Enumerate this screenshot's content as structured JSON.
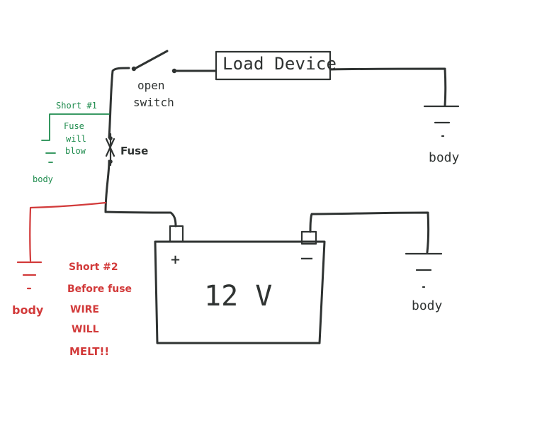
{
  "diagram": {
    "labels": {
      "load_device": "Load Device",
      "open": "open",
      "switch": "switch",
      "fuse": "Fuse",
      "battery_voltage": "12 V",
      "plus": "+",
      "minus": "—",
      "body_top_right": "body",
      "body_bottom_right": "body"
    },
    "short_1": {
      "title": "Short #1",
      "lines": [
        "Fuse",
        "will",
        "blow"
      ],
      "body": "body"
    },
    "short_2": {
      "title": "Short #2",
      "lines": [
        "Before fuse",
        "WIRE",
        "WILL",
        "MELT!!"
      ],
      "body": "body"
    }
  },
  "colors": {
    "ink": "#2f3332",
    "green": "#1f8c4e",
    "red": "#d23a3a",
    "background": "#ffffff"
  }
}
